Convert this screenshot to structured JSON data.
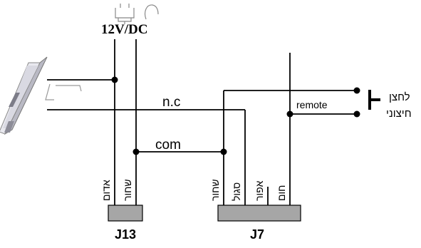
{
  "power": {
    "label": "12V/DC"
  },
  "lines": {
    "nc_label": "n.c",
    "com_label": "com",
    "remote_label": "remote"
  },
  "wires": {
    "j13_red": "אדום",
    "j13_black": "שחור",
    "j7_black": "שחור",
    "j7_purple": "סגול",
    "j7_gray": "אפור",
    "j7_brown": "חום"
  },
  "button": {
    "line1": "לחצן",
    "line2": "חיצוני"
  },
  "connectors": {
    "j13": "J13",
    "j7": "J7"
  },
  "colors": {
    "stroke": "#000000",
    "connector_fill": "#a6a6a6",
    "magnet_light": "#e9e9ef",
    "magnet_mid": "#b9b9c4",
    "magnet_dark": "#7c7c88"
  }
}
